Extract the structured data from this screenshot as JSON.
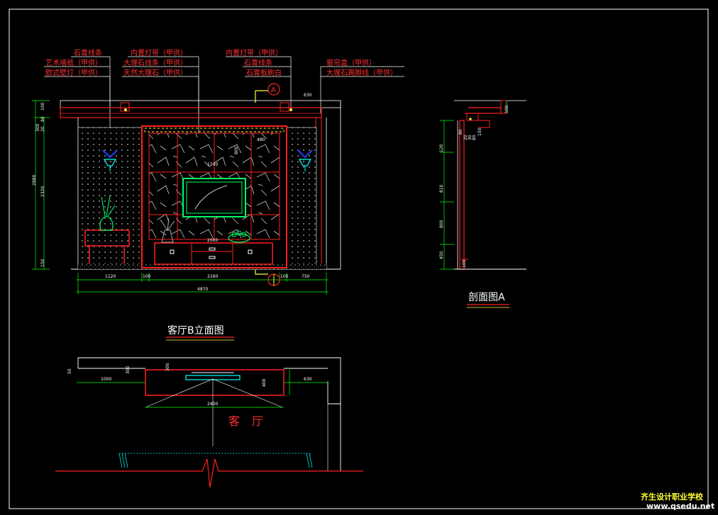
{
  "colors": {
    "background": "#000000",
    "border": "#ffffff",
    "wall": "#ff2020",
    "dimension": "#00ff00",
    "accent": "#00ffff",
    "highlight": "#ffff33",
    "annotation": "#ff3030",
    "fixture": "#2040ff"
  },
  "annotations": {
    "left": [
      "石膏线条",
      "艺术墙纸（甲供）",
      "欧式壁灯（甲供）"
    ],
    "center": [
      "内置灯带（甲供）",
      "大理石线条（甲供）",
      "天然大理石（甲供）"
    ],
    "right_a": [
      "内置灯带（甲供）",
      "石膏线条",
      "石膏板刷白"
    ],
    "right_b": [
      "窗帘盒（甲供）",
      "大理石踢脚线（甲供）"
    ]
  },
  "section_marker": "A",
  "elevation": {
    "title": "客厅B立面图",
    "dims_bottom": [
      "1120",
      "100",
      "2160",
      "100",
      "750"
    ],
    "dim_total": "4870",
    "dims_left": [
      "2880",
      "2320",
      "150"
    ],
    "dims_left_top": [
      "100",
      "300",
      "20",
      "80"
    ],
    "dim_top_right": "630",
    "dims_inner": [
      "480",
      "1200",
      "800",
      "2000"
    ]
  },
  "section": {
    "title": "剖面图A",
    "dims": [
      "120",
      "810",
      "800",
      "450",
      "100"
    ],
    "dims_top": [
      "100",
      "80",
      "20",
      "30",
      "80",
      "150"
    ]
  },
  "plan": {
    "room_label": "客 厅",
    "dims": [
      "1000",
      "2400",
      "630",
      "400",
      "50",
      "300",
      "300"
    ]
  },
  "watermark": {
    "line1": "齐生设计职业学校",
    "line2": "www.qsedu.net"
  }
}
